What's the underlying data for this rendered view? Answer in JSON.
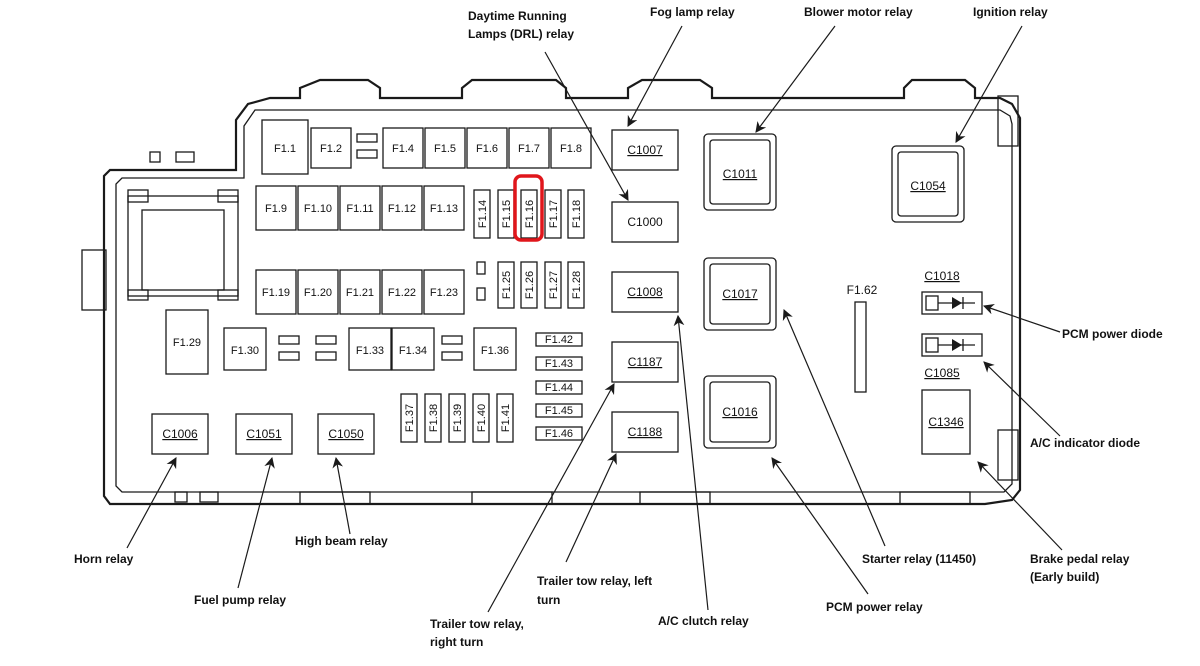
{
  "fuses": {
    "f1_1": "F1.1",
    "f1_2": "F1.2",
    "f1_4": "F1.4",
    "f1_5": "F1.5",
    "f1_6": "F1.6",
    "f1_7": "F1.7",
    "f1_8": "F1.8",
    "f1_9": "F1.9",
    "f1_10": "F1.10",
    "f1_11": "F1.11",
    "f1_12": "F1.12",
    "f1_13": "F1.13",
    "f1_14": "F1.14",
    "f1_15": "F1.15",
    "f1_16": "F1.16",
    "f1_17": "F1.17",
    "f1_18": "F1.18",
    "f1_19": "F1.19",
    "f1_20": "F1.20",
    "f1_21": "F1.21",
    "f1_22": "F1.22",
    "f1_23": "F1.23",
    "f1_25": "F1.25",
    "f1_26": "F1.26",
    "f1_27": "F1.27",
    "f1_28": "F1.28",
    "f1_29": "F1.29",
    "f1_30": "F1.30",
    "f1_33": "F1.33",
    "f1_34": "F1.34",
    "f1_36": "F1.36",
    "f1_37": "F1.37",
    "f1_38": "F1.38",
    "f1_39": "F1.39",
    "f1_40": "F1.40",
    "f1_41": "F1.41",
    "f1_42": "F1.42",
    "f1_43": "F1.43",
    "f1_44": "F1.44",
    "f1_45": "F1.45",
    "f1_46": "F1.46",
    "f1_62": "F1.62"
  },
  "connectors": {
    "c1007": "C1007",
    "c1000": "C1000",
    "c1008": "C1008",
    "c1187": "C1187",
    "c1188": "C1188",
    "c1011": "C1011",
    "c1017": "C1017",
    "c1016": "C1016",
    "c1054": "C1054",
    "c1018": "C1018",
    "c1085": "C1085",
    "c1346": "C1346",
    "c1006": "C1006",
    "c1051": "C1051",
    "c1050": "C1050"
  },
  "labels": {
    "drl_1": "Daytime Running",
    "drl_2": "Lamps (DRL) relay",
    "fog": "Fog lamp relay",
    "blower": "Blower motor relay",
    "ignition": "Ignition relay",
    "pcm_diode": "PCM power diode",
    "ac_diode": "A/C indicator diode",
    "brake_1": "Brake pedal relay",
    "brake_2": "(Early build)",
    "starter": "Starter relay (11450)",
    "pcm_relay": "PCM power relay",
    "ac_clutch": "A/C clutch relay",
    "tt_left_1": "Trailer tow relay, left",
    "tt_left_2": "turn",
    "tt_right_1": "Trailer tow relay,",
    "tt_right_2": "right turn",
    "fuel": "Fuel pump relay",
    "highbeam": "High beam relay",
    "horn": "Horn relay"
  },
  "colors": {
    "highlight": "#e0161b",
    "ink": "#1a1a1a"
  }
}
